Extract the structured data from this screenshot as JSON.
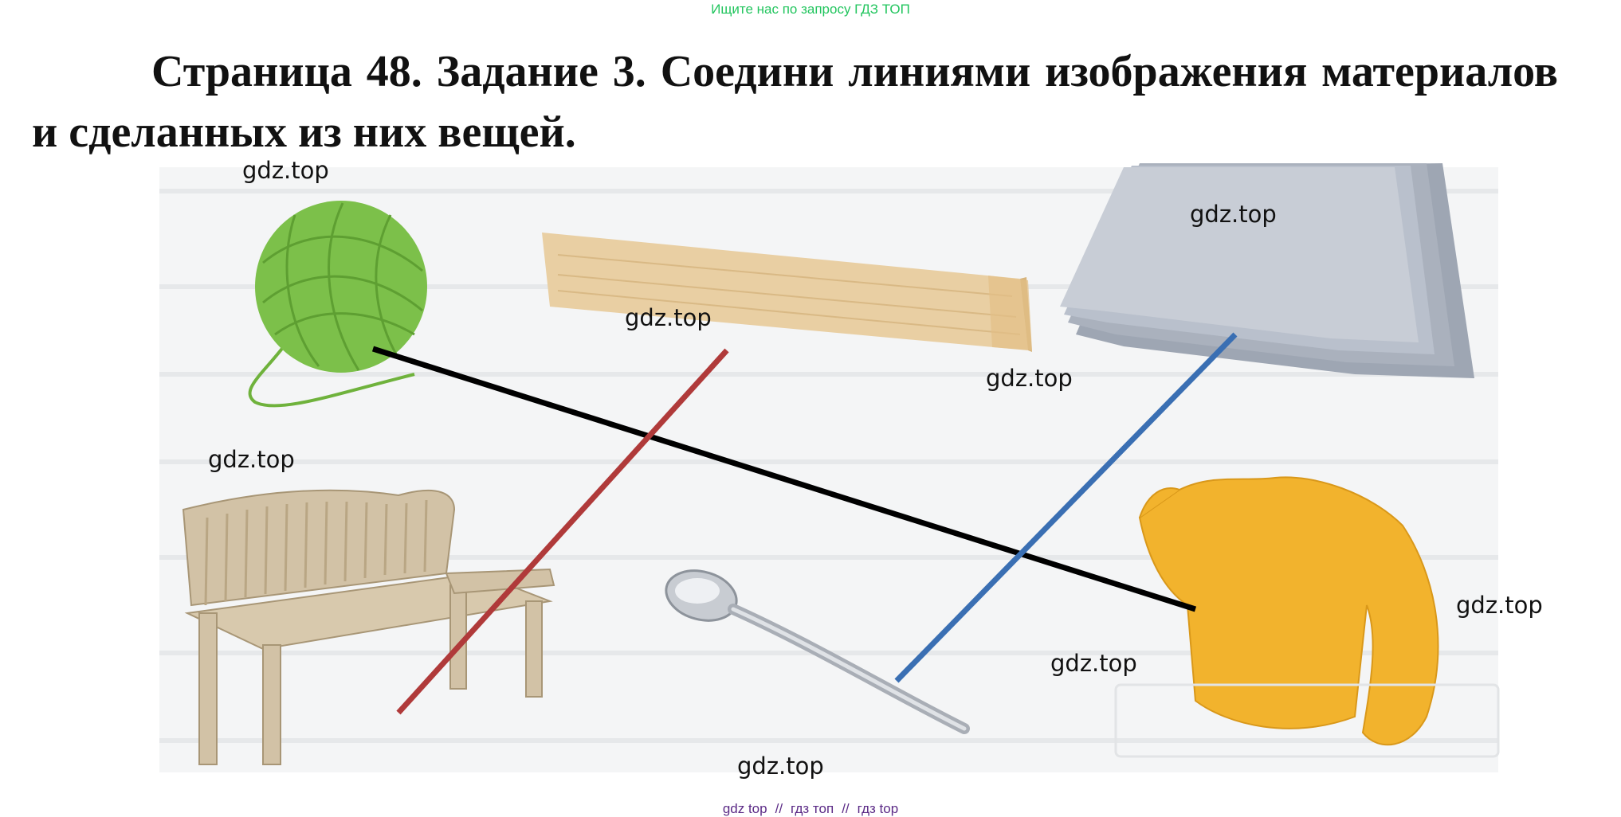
{
  "header": {
    "search_hint": "Ищите нас по запросу ГДЗ ТОП"
  },
  "task": {
    "title": "Страница 48. Задание 3. Соедини линиями изображения материалов и сделанных из них вещей."
  },
  "exercise": {
    "items": [
      {
        "name": "yarn-ball",
        "color": "#7cc04a"
      },
      {
        "name": "wood-bar",
        "color": "#e9cfa3"
      },
      {
        "name": "metal-sheets",
        "color": "#b9c0cc"
      },
      {
        "name": "wooden-bench",
        "color": "#c9b79c"
      },
      {
        "name": "spoon",
        "color": "#c8ccd2"
      },
      {
        "name": "sweater",
        "color": "#f2b32d"
      }
    ],
    "connections": [
      {
        "from": "yarn-ball",
        "to": "sweater",
        "color": "#000000"
      },
      {
        "from": "wood-bar",
        "to": "wooden-bench",
        "color": "#b03a3a"
      },
      {
        "from": "metal-sheets",
        "to": "spoon",
        "color": "#3a6fb3"
      }
    ]
  },
  "watermarks": {
    "w1": "gdz.top",
    "w2": "gdz.top",
    "w3": "gdz.top",
    "w4": "gdz.top",
    "w5": "gdz.top",
    "w6": "gdz.top",
    "w7": "gdz.top",
    "w8": "gdz.top"
  },
  "footer": {
    "links": [
      "gdz top",
      "гдз топ",
      "гдз top"
    ],
    "separator": "//"
  }
}
